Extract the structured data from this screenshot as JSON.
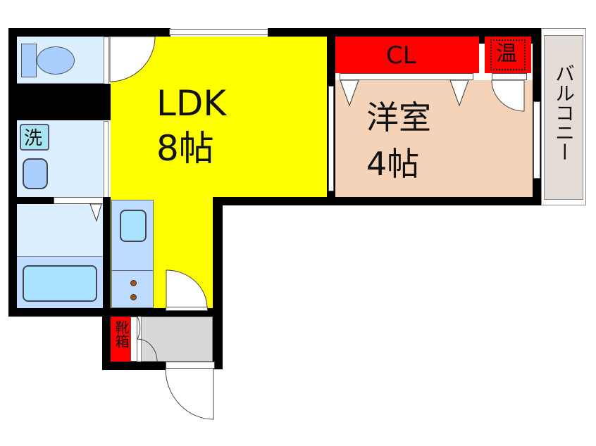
{
  "rooms": {
    "ldk": {
      "name": "LDK",
      "size": "8帖",
      "color": "#ffff00"
    },
    "western": {
      "name": "洋室",
      "size": "4帖",
      "color": "#f5d3b8"
    },
    "closet": {
      "label": "CL",
      "color": "#ff0000"
    },
    "water_heater": {
      "label": "温",
      "color": "#ff0000"
    },
    "balcony": {
      "label": "バルコニー",
      "color": "#e4dcd6"
    },
    "washer": {
      "label": "洗"
    },
    "shoe_box": {
      "label": "靴箱",
      "color": "#ff0000"
    },
    "wet_area_color": "#dcefff",
    "entrance_color": "#d8d8d8"
  }
}
